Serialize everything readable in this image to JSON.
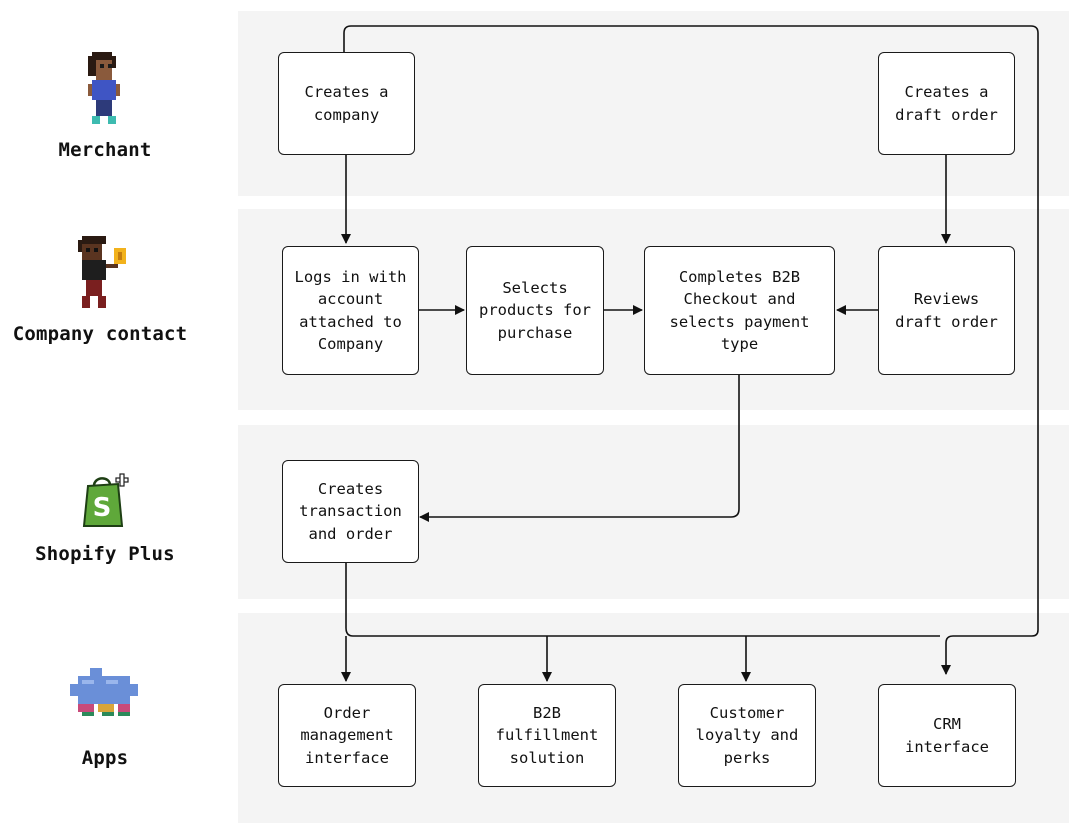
{
  "colors": {
    "lane_bg": "#f4f4f4",
    "box_border": "#1a1a1a",
    "line": "#111111"
  },
  "actors": [
    {
      "id": "merchant",
      "label": "Merchant",
      "icon": "merchant-person-icon"
    },
    {
      "id": "company-contact",
      "label": "Company contact",
      "icon": "company-contact-person-icon"
    },
    {
      "id": "shopify-plus",
      "label": "Shopify Plus",
      "icon": "shopify-bag-icon"
    },
    {
      "id": "apps",
      "label": "Apps",
      "icon": "puzzle-piece-icon"
    }
  ],
  "nodes": {
    "create_company": "Creates a\ncompany",
    "create_draft": "Creates a\ndraft order",
    "logs_in": "Logs in with\naccount\nattached to\nCompany",
    "selects_products": "Selects\nproducts for\npurchase",
    "completes_checkout": "Completes B2B\nCheckout and\nselects payment\ntype",
    "reviews_draft": "Reviews\ndraft order",
    "creates_transaction": "Creates\ntransaction\nand order",
    "order_mgmt": "Order\nmanagement\ninterface",
    "b2b_fulfillment": "B2B\nfulfillment\nsolution",
    "customer_loyalty": "Customer\nloyalty and\nperks",
    "crm": "CRM\ninterface"
  }
}
